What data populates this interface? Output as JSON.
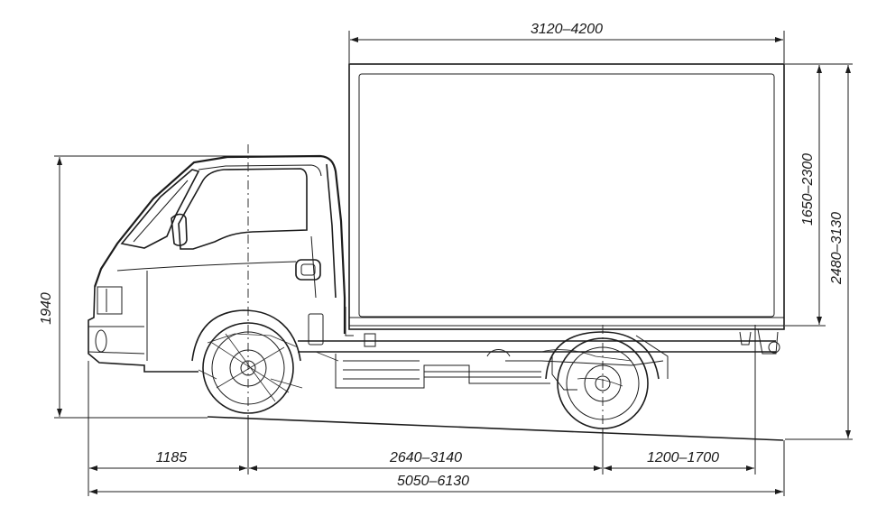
{
  "dimensions": {
    "body_length": "3120–4200",
    "body_inner_height": "1650–2300",
    "total_height": "2480–3130",
    "cab_height": "1940",
    "front_overhang": "1185",
    "wheelbase": "2640–3140",
    "rear_overhang": "1200–1700",
    "overall_length": "5050–6130"
  }
}
